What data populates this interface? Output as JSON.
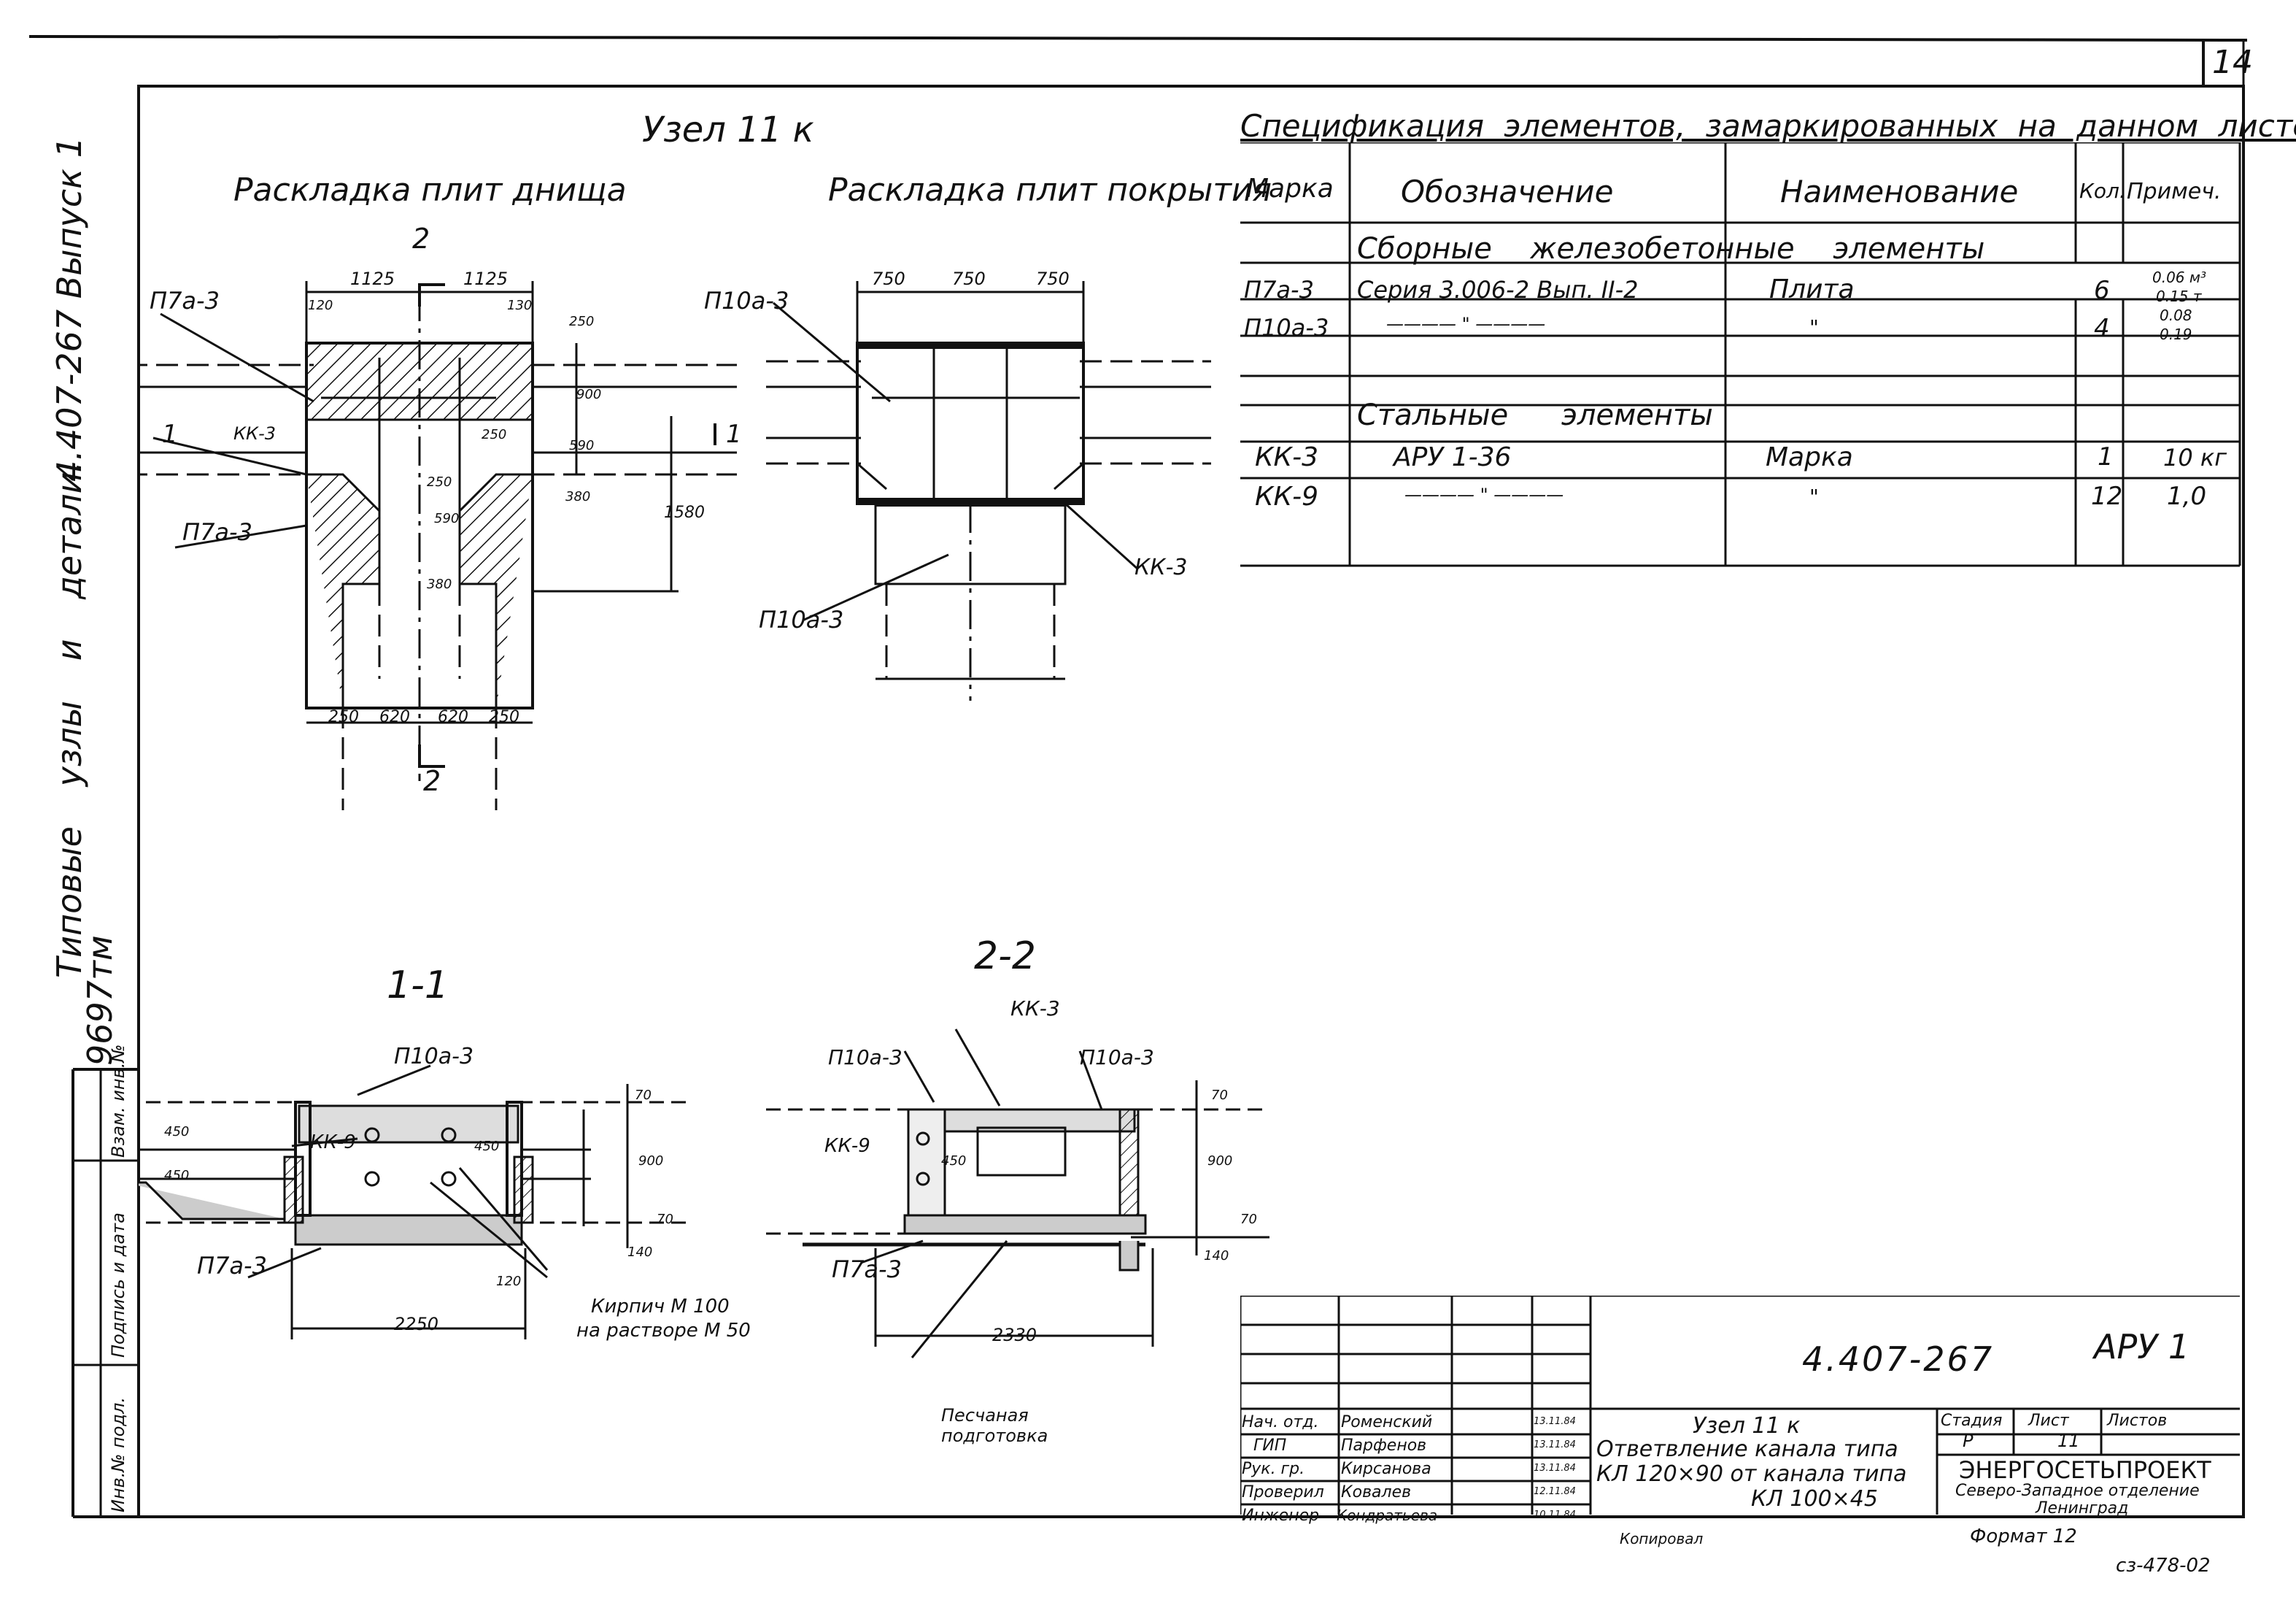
{
  "sheet_number": "14",
  "side_labels": {
    "release": "4.407-267 Выпуск 1",
    "series_title": "Типовые узлы и детали.",
    "inventory": "9697тм",
    "stamp_cells": [
      "Взам. инв.№",
      "Подпись и дата",
      "Инв.№ подл."
    ]
  },
  "node_title": "Узел 11 к",
  "views": {
    "bottom_layout": "Раскладка плит днища",
    "cover_layout": "Раскладка плит покрытия",
    "section_11": "1-1",
    "section_22": "2-2"
  },
  "marks": {
    "p7": "П7а-3",
    "p10": "П10а-3",
    "kk3": "КК-3",
    "kk9": "КК-9",
    "cut1": "1",
    "cut2": "2"
  },
  "dimensions": {
    "top_1125a": "1125",
    "top_1125b": "1125",
    "d120": "120",
    "d130": "130",
    "d250r": "250",
    "d900": "900",
    "d590": "590",
    "d250s": "250",
    "d590b": "590",
    "d380": "380",
    "d1580": "1580",
    "d250m": "250",
    "d380b": "380",
    "bot_250a": "250",
    "bot_620a": "620",
    "bot_620b": "620",
    "bot_250b": "250",
    "cov_750a": "750",
    "cov_750b": "750",
    "cov_750c": "750",
    "s1_70": "70",
    "s1_450a": "450",
    "s1_900": "900",
    "s1_450b": "450",
    "s1_70b": "70",
    "s1_140": "140",
    "s1_120": "120",
    "s1_450c": "450",
    "s1_2250": "2250",
    "s2_70": "70",
    "s2_450": "450",
    "s2_900": "900",
    "s2_70b": "70",
    "s2_140": "140",
    "s2_2330": "2330"
  },
  "notes": {
    "brick": "Кирпич М 100",
    "mortar": "на растворе М 50",
    "sand": "Песчаная подготовка"
  },
  "spec": {
    "title": "Спецификация элементов, замаркированных на данном листе",
    "headers": [
      "Марка",
      "Обозначение",
      "Наименование",
      "Кол.",
      "Примеч."
    ],
    "group1": "Сборные железобетонные элементы",
    "rows1": [
      {
        "mark": "П7а-3",
        "designation": "Серия 3.006-2 Вып. II-2",
        "name": "Плита",
        "qty": "6",
        "note1": "0.06 м³",
        "note2": "0.15 т"
      },
      {
        "mark": "П10а-3",
        "designation": "———— \" ————",
        "name": "\"",
        "qty": "4",
        "note1": "0.08",
        "note2": "0.19"
      }
    ],
    "group2": "Стальные элементы",
    "rows2": [
      {
        "mark": "КК-3",
        "designation": "АРУ 1-36",
        "name": "Марка",
        "qty": "1",
        "note": "10 кг"
      },
      {
        "mark": "КК-9",
        "designation": "———— \" ————",
        "name": "\"",
        "qty": "12",
        "note": "1,0"
      }
    ]
  },
  "title_block": {
    "code": "4.407-267",
    "doc": "АРУ 1",
    "roles": [
      "Нач. отд.",
      "ГИП",
      "Рук. гр.",
      "Проверил",
      "Инженер"
    ],
    "names": [
      "Роменский",
      "Парфенов",
      "Кирсанова",
      "Ковалев",
      "Кондратьева"
    ],
    "dates": [
      "13.11.84",
      "13.11.84",
      "13.11.84",
      "12.11.84",
      "10.11.84"
    ],
    "description_lines": [
      "Узел 11 к",
      "Ответвление канала типа",
      "КЛ 120×90 от канала типа",
      "КЛ 100×45"
    ],
    "stage_header": "Стадия",
    "sheet_header": "Лист",
    "sheets_header": "Листов",
    "stage": "Р",
    "sheet": "11",
    "org": "ЭНЕРГОСЕТЬПРОЕКТ",
    "org_branch": "Северо-Западное отделение",
    "org_city": "Ленинград",
    "copied": "Копировал",
    "format": "Формат 12",
    "archive": "сз-478-02"
  }
}
